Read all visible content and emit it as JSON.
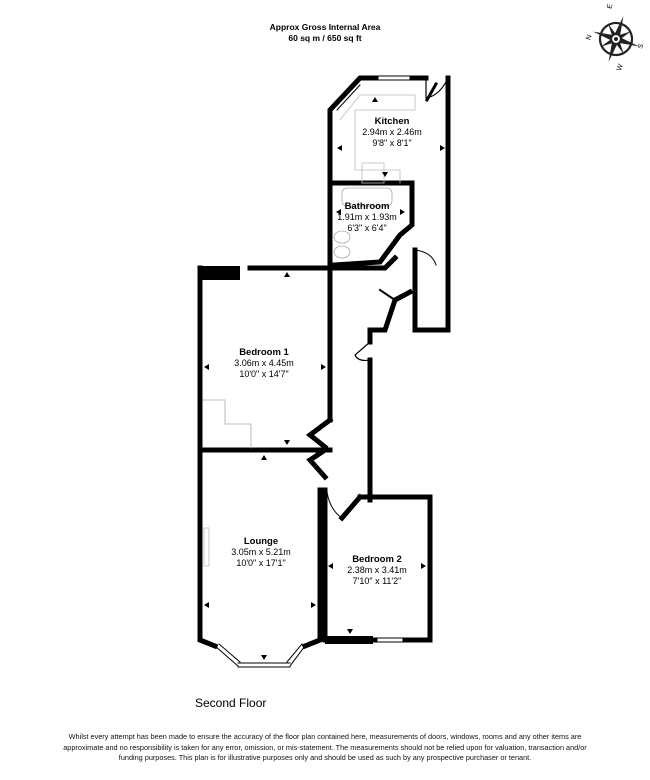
{
  "header": {
    "title": "Approx Gross Internal Area",
    "area": "60 sq m / 650 sq ft"
  },
  "compass": {
    "icon": "compass-rose-icon",
    "labels": {
      "north": "N",
      "east": "E",
      "south": "S",
      "west": "W"
    }
  },
  "rooms": [
    {
      "id": "kitchen",
      "name": "Kitchen",
      "metric": "2.94m x 2.46m",
      "imperial": "9'8\" x 8'1\""
    },
    {
      "id": "bathroom",
      "name": "Bathroom",
      "metric": "1.91m x 1.93m",
      "imperial": "6'3\" x 6'4\""
    },
    {
      "id": "bedroom1",
      "name": "Bedroom 1",
      "metric": "3.06m x 4.45m",
      "imperial": "10'0\" x 14'7\""
    },
    {
      "id": "lounge",
      "name": "Lounge",
      "metric": "3.05m x 5.21m",
      "imperial": "10'0\" x 17'1\""
    },
    {
      "id": "bedroom2",
      "name": "Bedroom 2",
      "metric": "2.38m x 3.41m",
      "imperial": "7'10\" x 11'2\""
    }
  ],
  "floor": {
    "name": "Second Floor"
  },
  "disclaimer": "Whilst every attempt has been made to ensure the accuracy of the floor plan contained here, measurements of doors, windows, rooms and any other items are approximate and no responsibility is taken for any error, omission, or mis-statement. The measurements should not be relied upon for valuation, transaction and/or funding purposes. This plan is for illustrative purposes only and should be used as such by any prospective purchaser or tenant."
}
